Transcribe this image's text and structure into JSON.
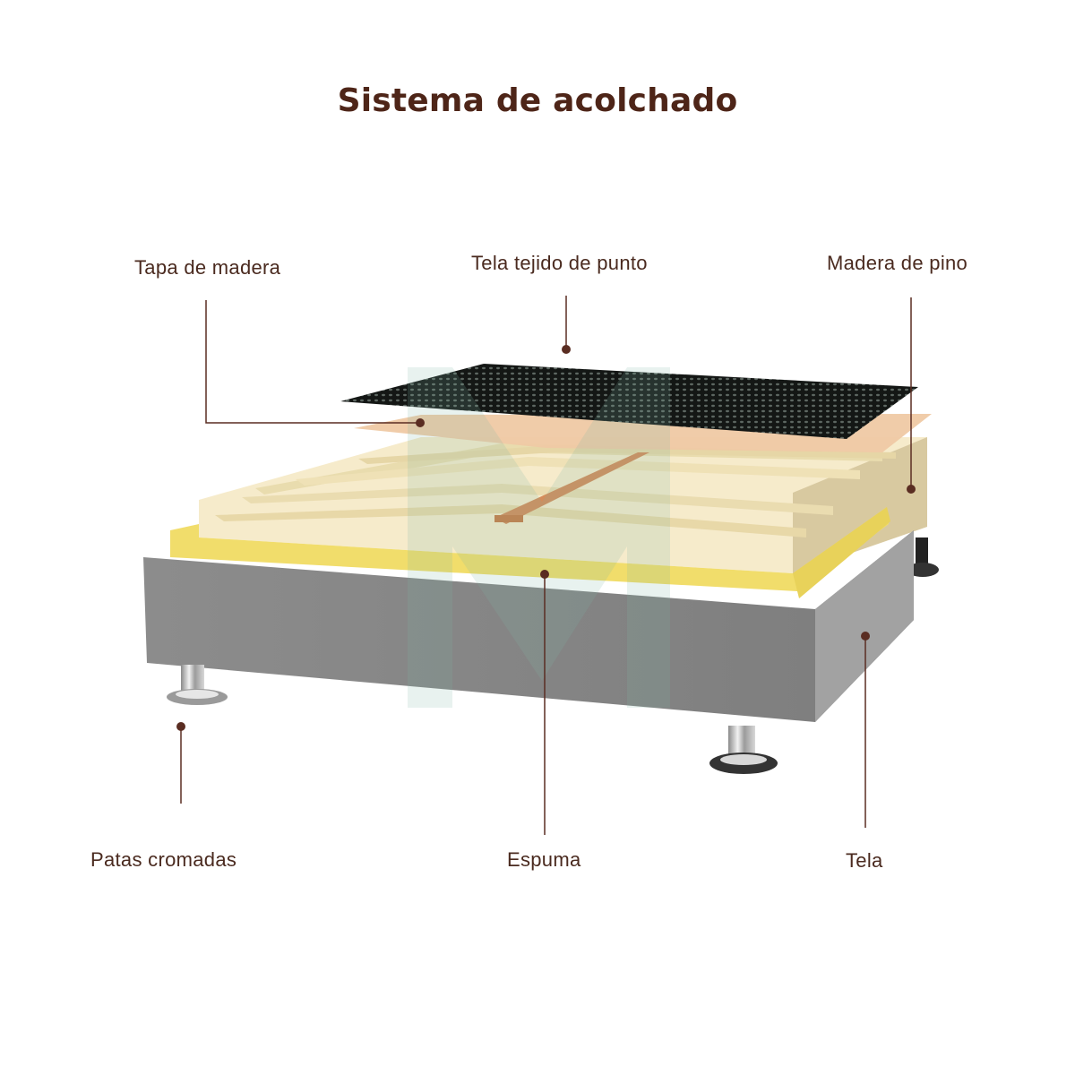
{
  "title": "Sistema de acolchado",
  "labels": {
    "tapa_de_madera": "Tapa de madera",
    "tela_tejido_de_punto": "Tela tejido de punto",
    "madera_de_pino": "Madera de pino",
    "patas_cromadas": "Patas cromadas",
    "espuma": "Espuma",
    "tela": "Tela"
  },
  "colors": {
    "title": "#4e2518",
    "label_text": "#4a2a1f",
    "leader_line": "#5a2d22",
    "knit_fabric": "#1c1f1d",
    "wood_cover": "#efc9a4",
    "pine_frame": "#f3e4bd",
    "foam": "#f2e27a",
    "fabric_base": "#8e8e8e",
    "chrome_leg": "#c9c9c9"
  }
}
